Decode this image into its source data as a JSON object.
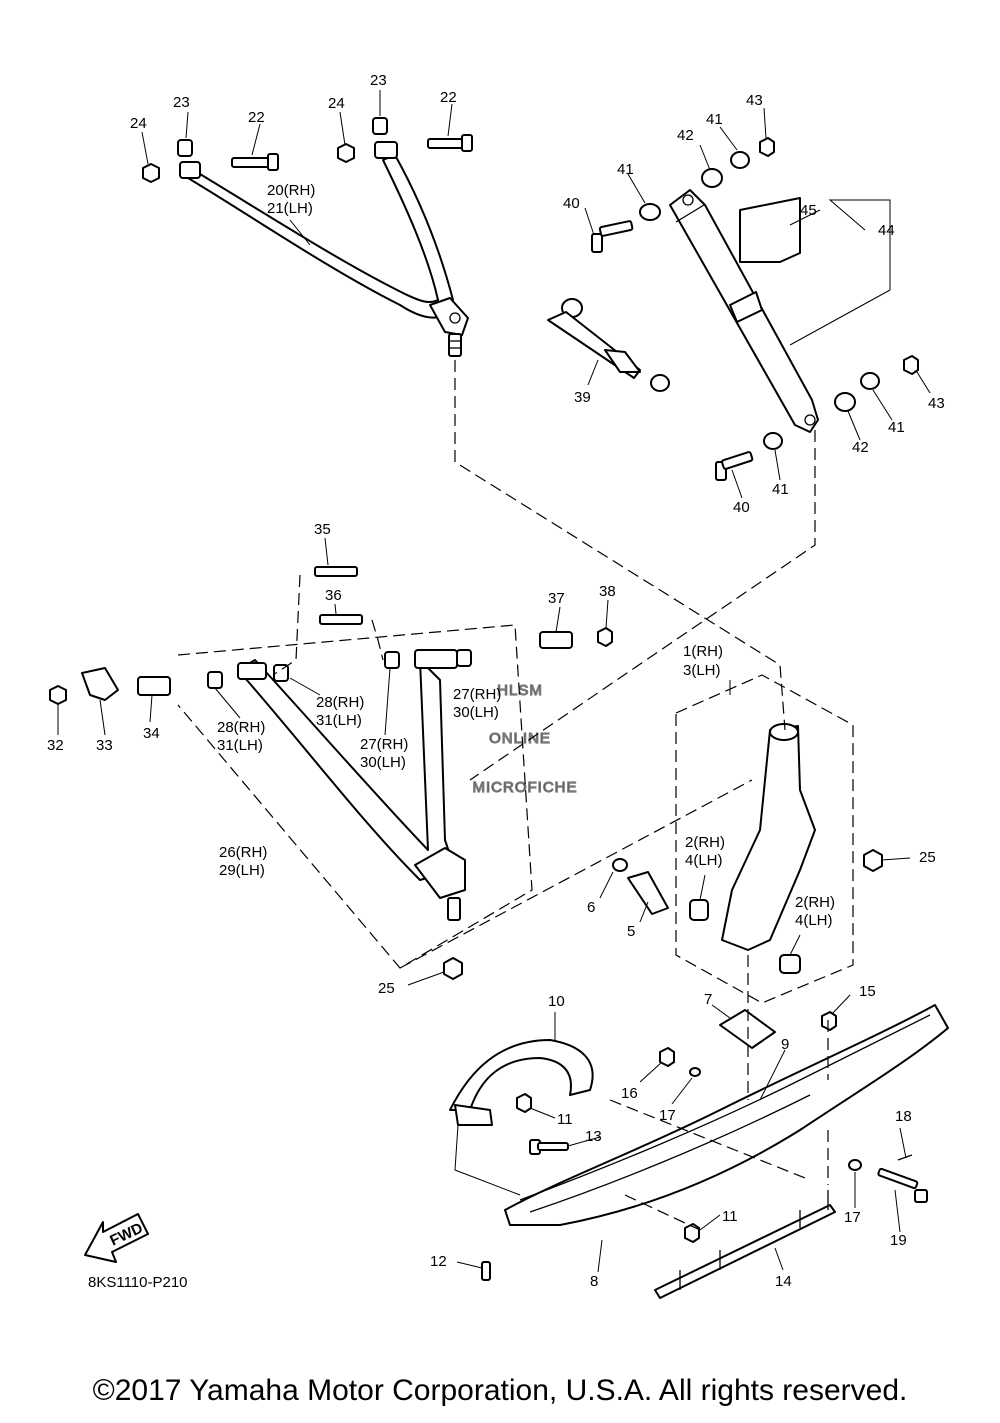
{
  "watermark": {
    "line1": "HLSM",
    "line2": "ONLINE",
    "line3": "MICROFICHE"
  },
  "fwd_label": "FWD",
  "diagram_code": "8KS1110-P210",
  "copyright": "©2017 Yamaha Motor Corporation, U.S.A. All rights reserved.",
  "callouts": {
    "c1": "1(RH)",
    "c3": "3(LH)",
    "c2a": "2(RH)",
    "c4a": "4(LH)",
    "c2b": "2(RH)",
    "c4b": "4(LH)",
    "c5": "5",
    "c6": "6",
    "c7": "7",
    "c8": "8",
    "c9": "9",
    "c10": "10",
    "c11a": "11",
    "c11b": "11",
    "c12": "12",
    "c13": "13",
    "c14": "14",
    "c15": "15",
    "c16": "16",
    "c17a": "17",
    "c17b": "17",
    "c18": "18",
    "c19": "19",
    "c20": "20(RH)",
    "c21": "21(LH)",
    "c22a": "22",
    "c22b": "22",
    "c23a": "23",
    "c23b": "23",
    "c24a": "24",
    "c24b": "24",
    "c25a": "25",
    "c25b": "25",
    "c26": "26(RH)",
    "c29": "29(LH)",
    "c27a": "27(RH)",
    "c30a": "30(LH)",
    "c27b": "27(RH)",
    "c30b": "30(LH)",
    "c28a": "28(RH)",
    "c31a": "31(LH)",
    "c28b": "28(RH)",
    "c31b": "31(LH)",
    "c32": "32",
    "c33": "33",
    "c34": "34",
    "c35": "35",
    "c36": "36",
    "c37": "37",
    "c38": "38",
    "c39": "39",
    "c40a": "40",
    "c40b": "40",
    "c41a": "41",
    "c41b": "41",
    "c41c": "41",
    "c41d": "41",
    "c42a": "42",
    "c42b": "42",
    "c43a": "43",
    "c43b": "43",
    "c44": "44",
    "c45": "45"
  }
}
